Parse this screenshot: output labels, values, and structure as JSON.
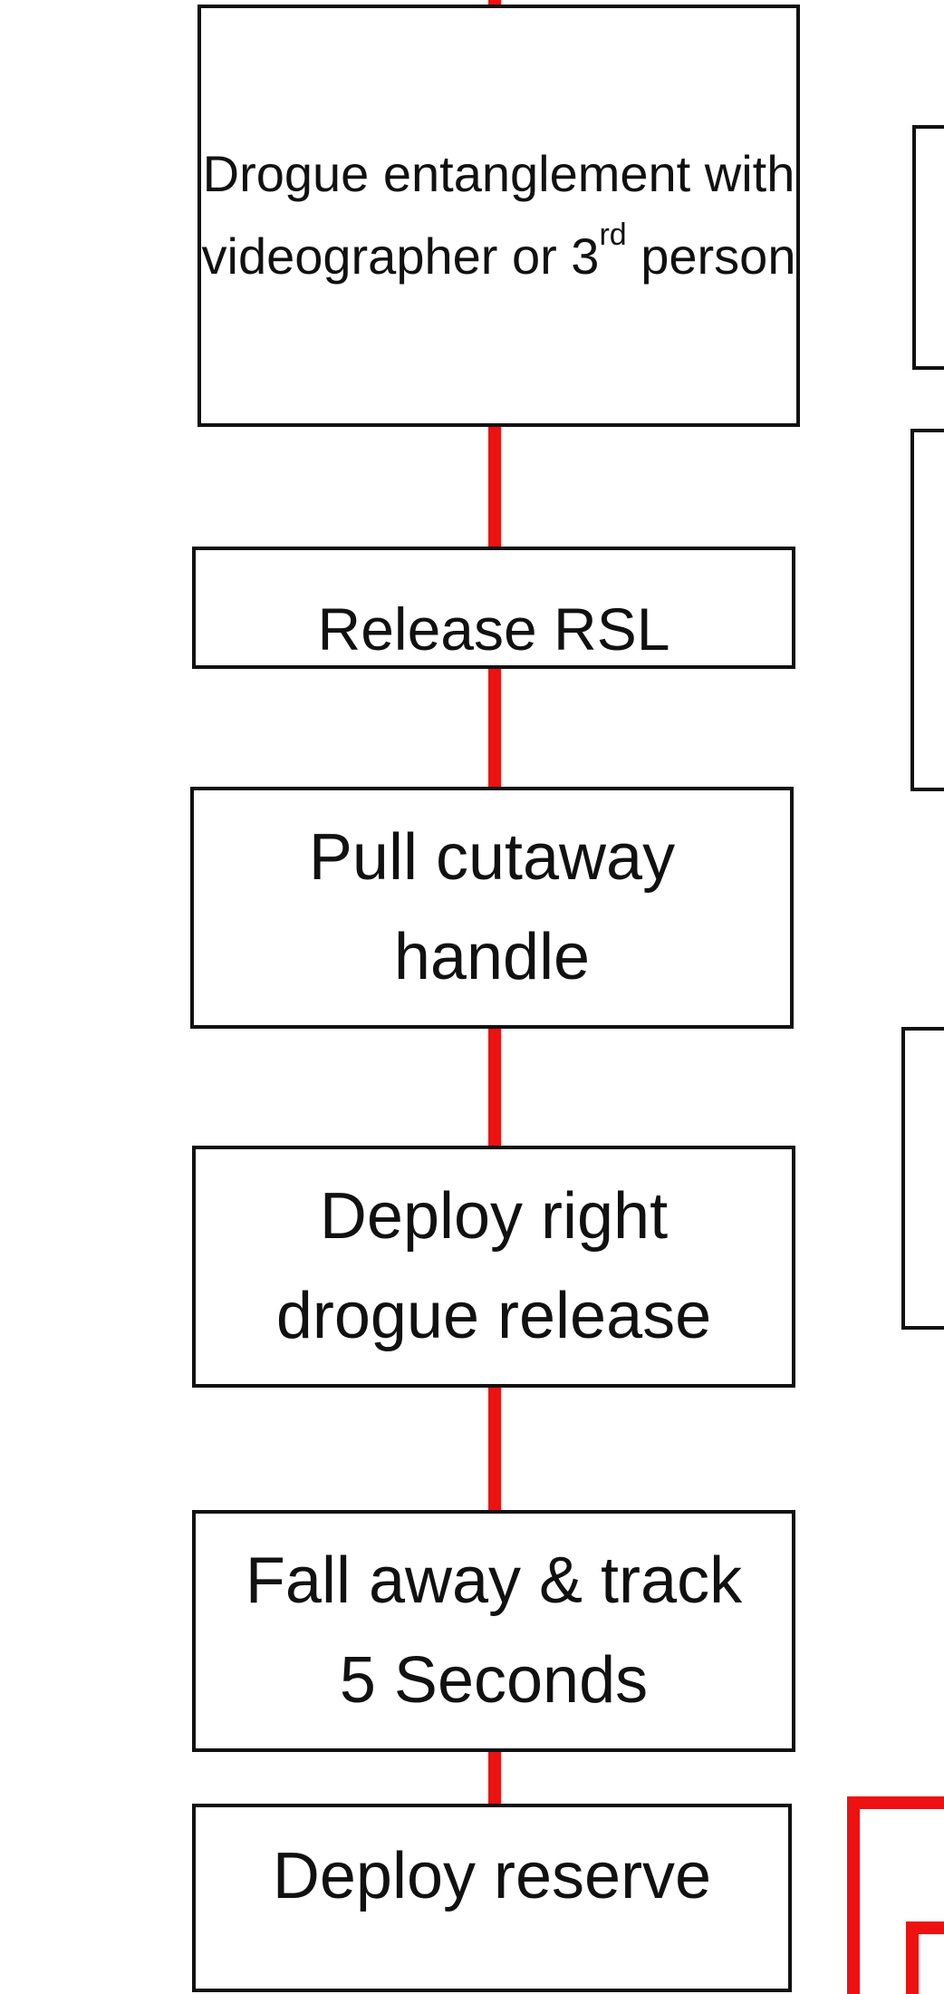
{
  "flowchart": {
    "steps": [
      {
        "text": "Drogue entanglement with videographer or 3",
        "suffix": "rd",
        "tail": " person"
      },
      {
        "text": "Release RSL"
      },
      {
        "text": "Pull cutaway handle"
      },
      {
        "text": "Deploy right drogue release"
      },
      {
        "text": "Fall away & track 5 Seconds"
      },
      {
        "text": "Deploy reserve"
      }
    ]
  },
  "colors": {
    "connector": "#ee1111",
    "border": "#111111",
    "background": "#ffffff"
  }
}
